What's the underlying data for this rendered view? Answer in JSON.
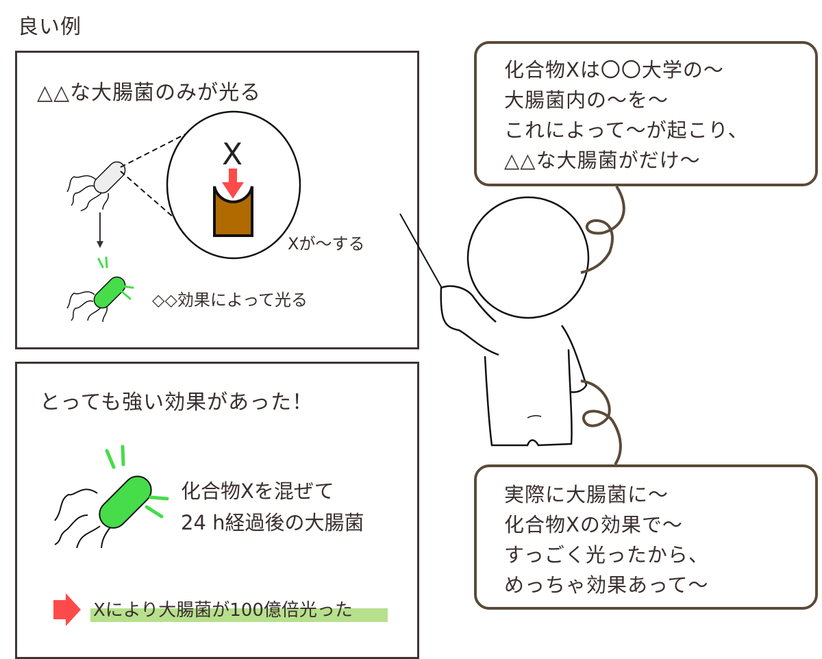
{
  "heading": "良い例",
  "panel1": {
    "title": "△△な大腸菌のみが光る",
    "zoom_label": "X",
    "action_label": "Xが〜する",
    "glow_label": "◇◇効果によって光る"
  },
  "panel2": {
    "title": "とっても強い効果があった！",
    "caption_lines": [
      "化合物Xを混ぜて",
      "24 h経過後の大腸菌"
    ],
    "result": "Xにより大腸菌が100億倍光った"
  },
  "bubble_top": {
    "lines": [
      "化合物Xは〇〇大学の〜",
      "大腸菌内の〜を〜",
      "これによって〜が起こり、",
      "△△な大腸菌がだけ〜"
    ]
  },
  "bubble_bottom": {
    "lines": [
      "実際に大腸菌に〜",
      "化合物Xの効果で〜",
      "すっごく光ったから、",
      "めっちゃ効果あって〜"
    ]
  },
  "colors": {
    "text": "#3a2f2f",
    "panel_border": "#3f3434",
    "bubble_border": "#5a4a38",
    "bacteria_glow": "#46dc4a",
    "bacteria_plain": "#eeeeee",
    "receptor": "#b06a00",
    "arrow_red": "#ff4a4a",
    "highlight": "#b7e08d"
  }
}
